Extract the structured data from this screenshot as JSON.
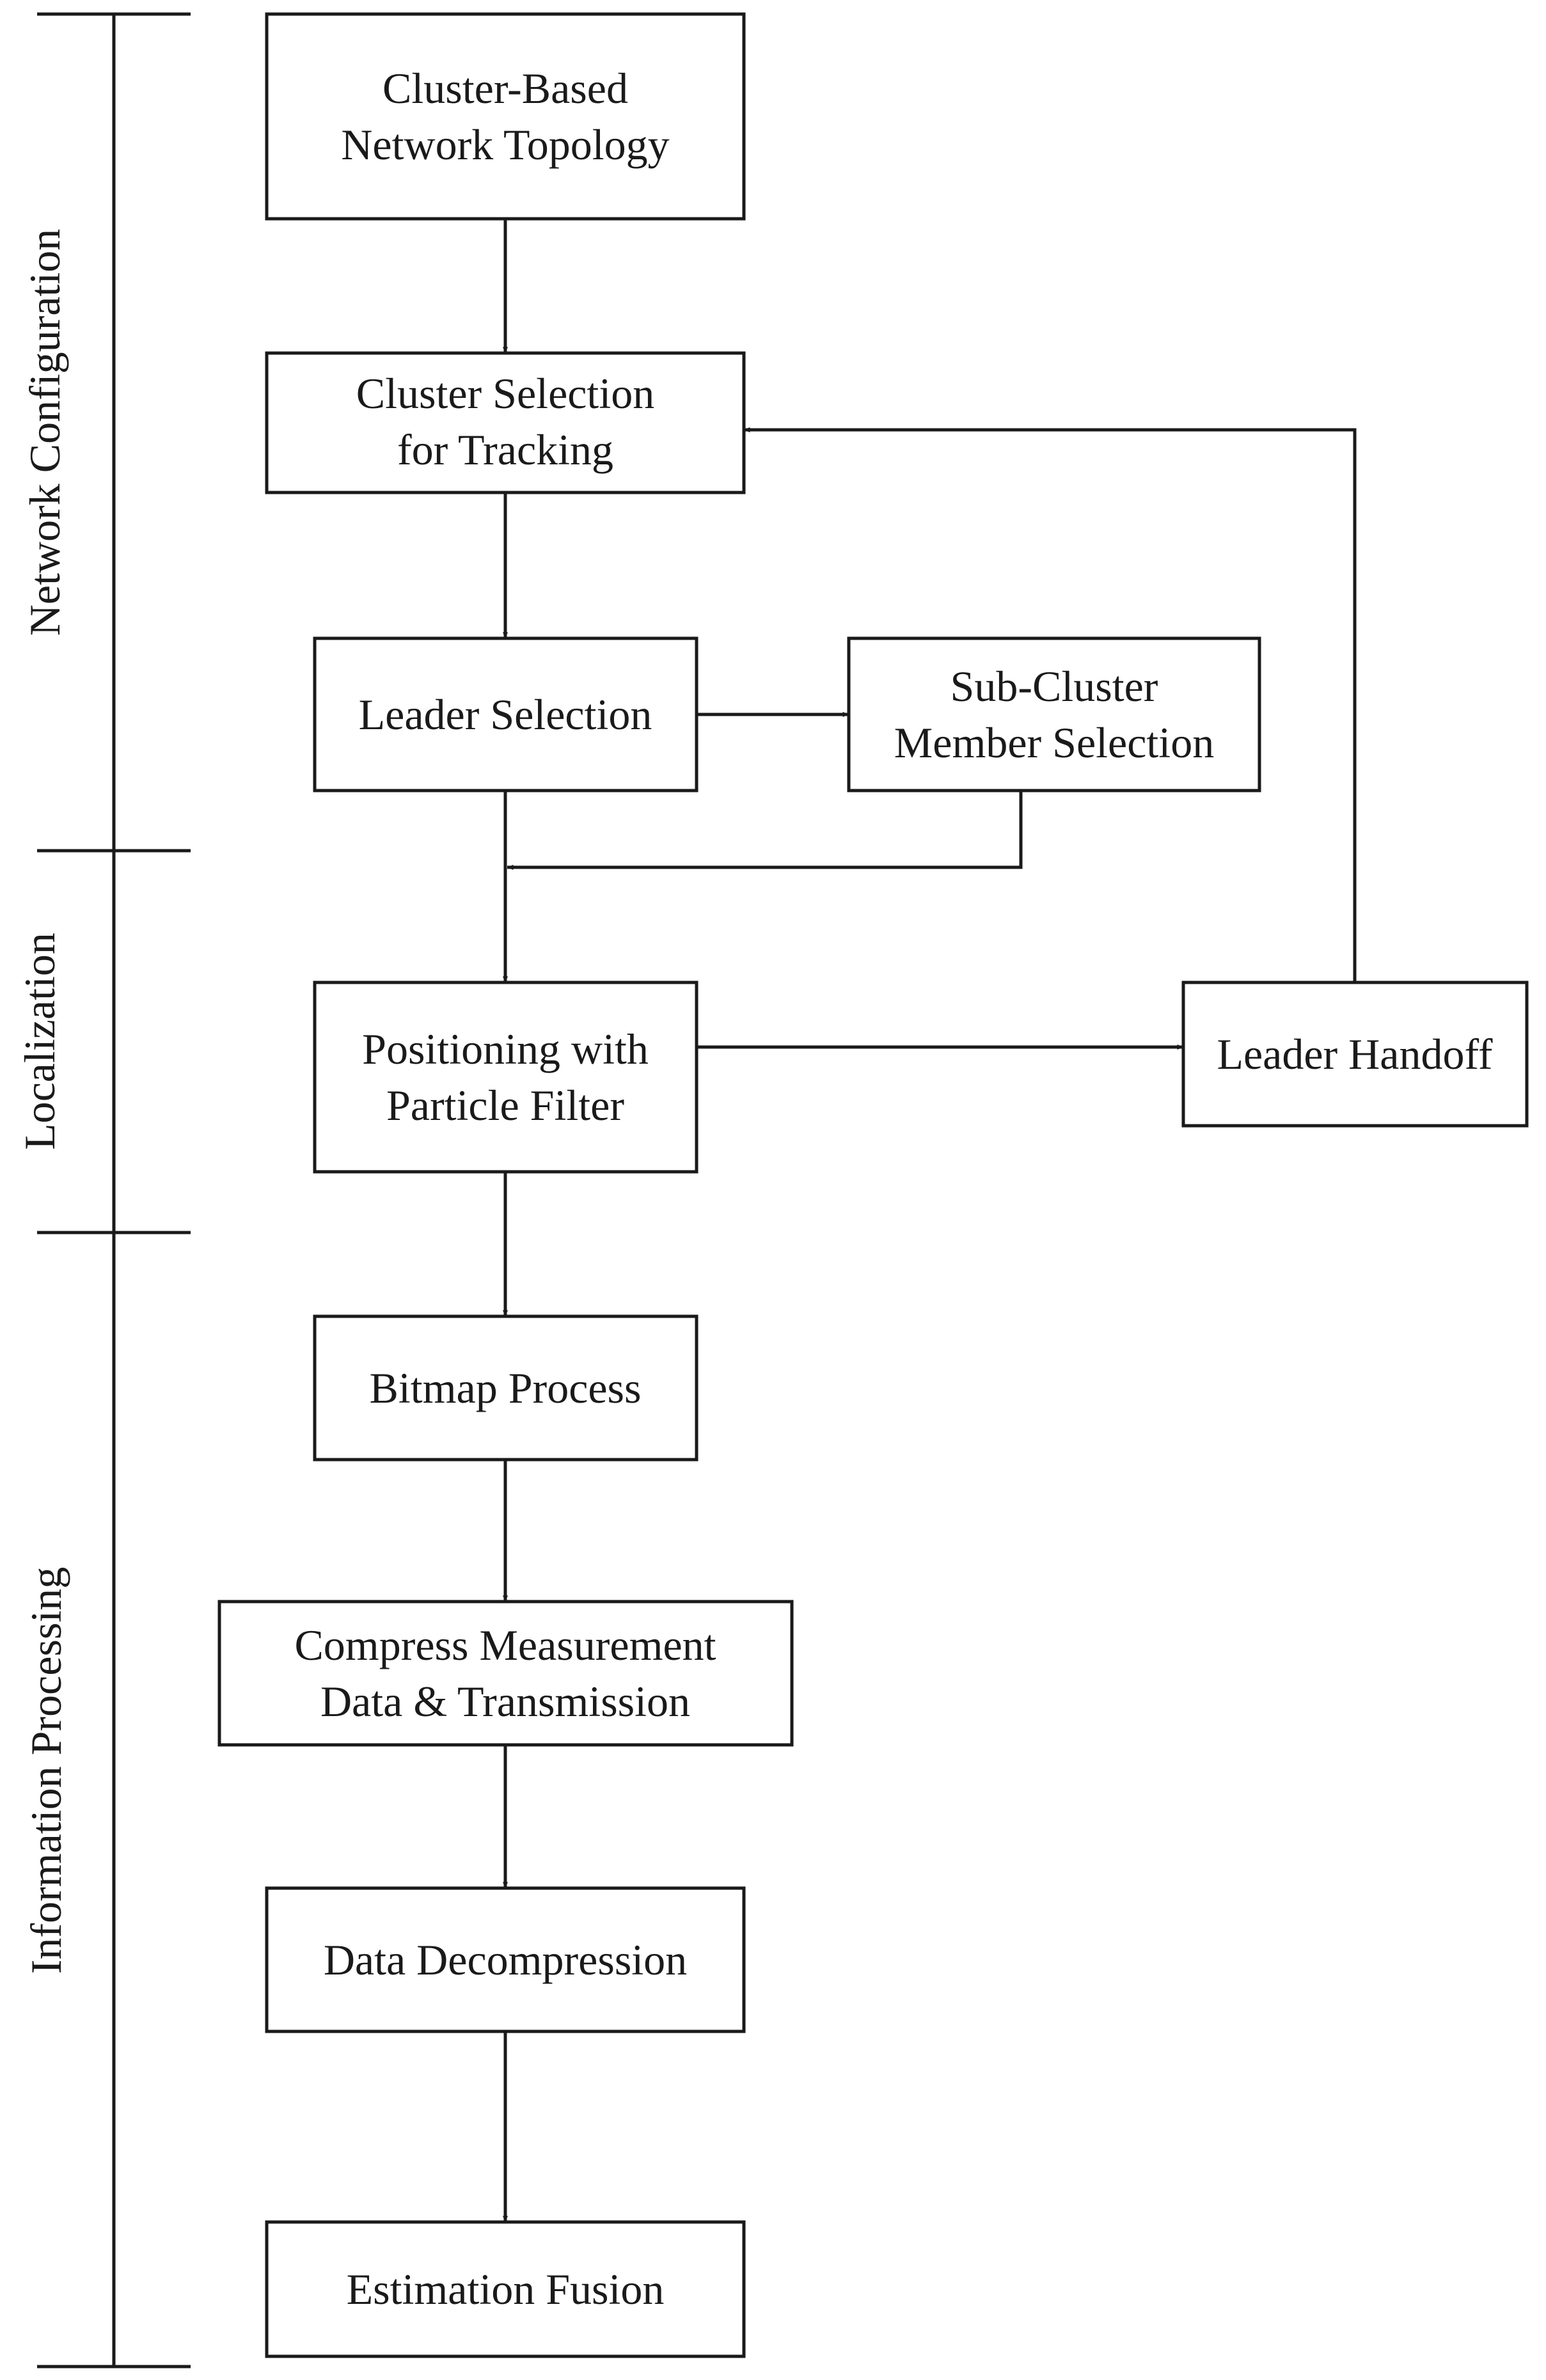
{
  "phases": [
    {
      "id": "network-configuration",
      "label": "Network Configuration"
    },
    {
      "id": "localization",
      "label": "Localization"
    },
    {
      "id": "information-processing",
      "label": "Information Processing"
    }
  ],
  "boxes": {
    "cluster_based": [
      "Cluster-Based",
      "Network Topology"
    ],
    "cluster_selection": [
      "Cluster Selection",
      "for Tracking"
    ],
    "leader_selection": [
      "Leader Selection"
    ],
    "sub_cluster": [
      "Sub-Cluster",
      "Member Selection"
    ],
    "positioning": [
      "Positioning with",
      "Particle Filter"
    ],
    "leader_handoff": [
      "Leader Handoff"
    ],
    "bitmap": [
      "Bitmap Process"
    ],
    "compress": [
      "Compress Measurement",
      "Data & Transmission"
    ],
    "decompression": [
      "Data Decompression"
    ],
    "fusion": [
      "Estimation Fusion"
    ]
  },
  "colors": {
    "stroke": "#1a1a1a",
    "background": "#ffffff"
  }
}
